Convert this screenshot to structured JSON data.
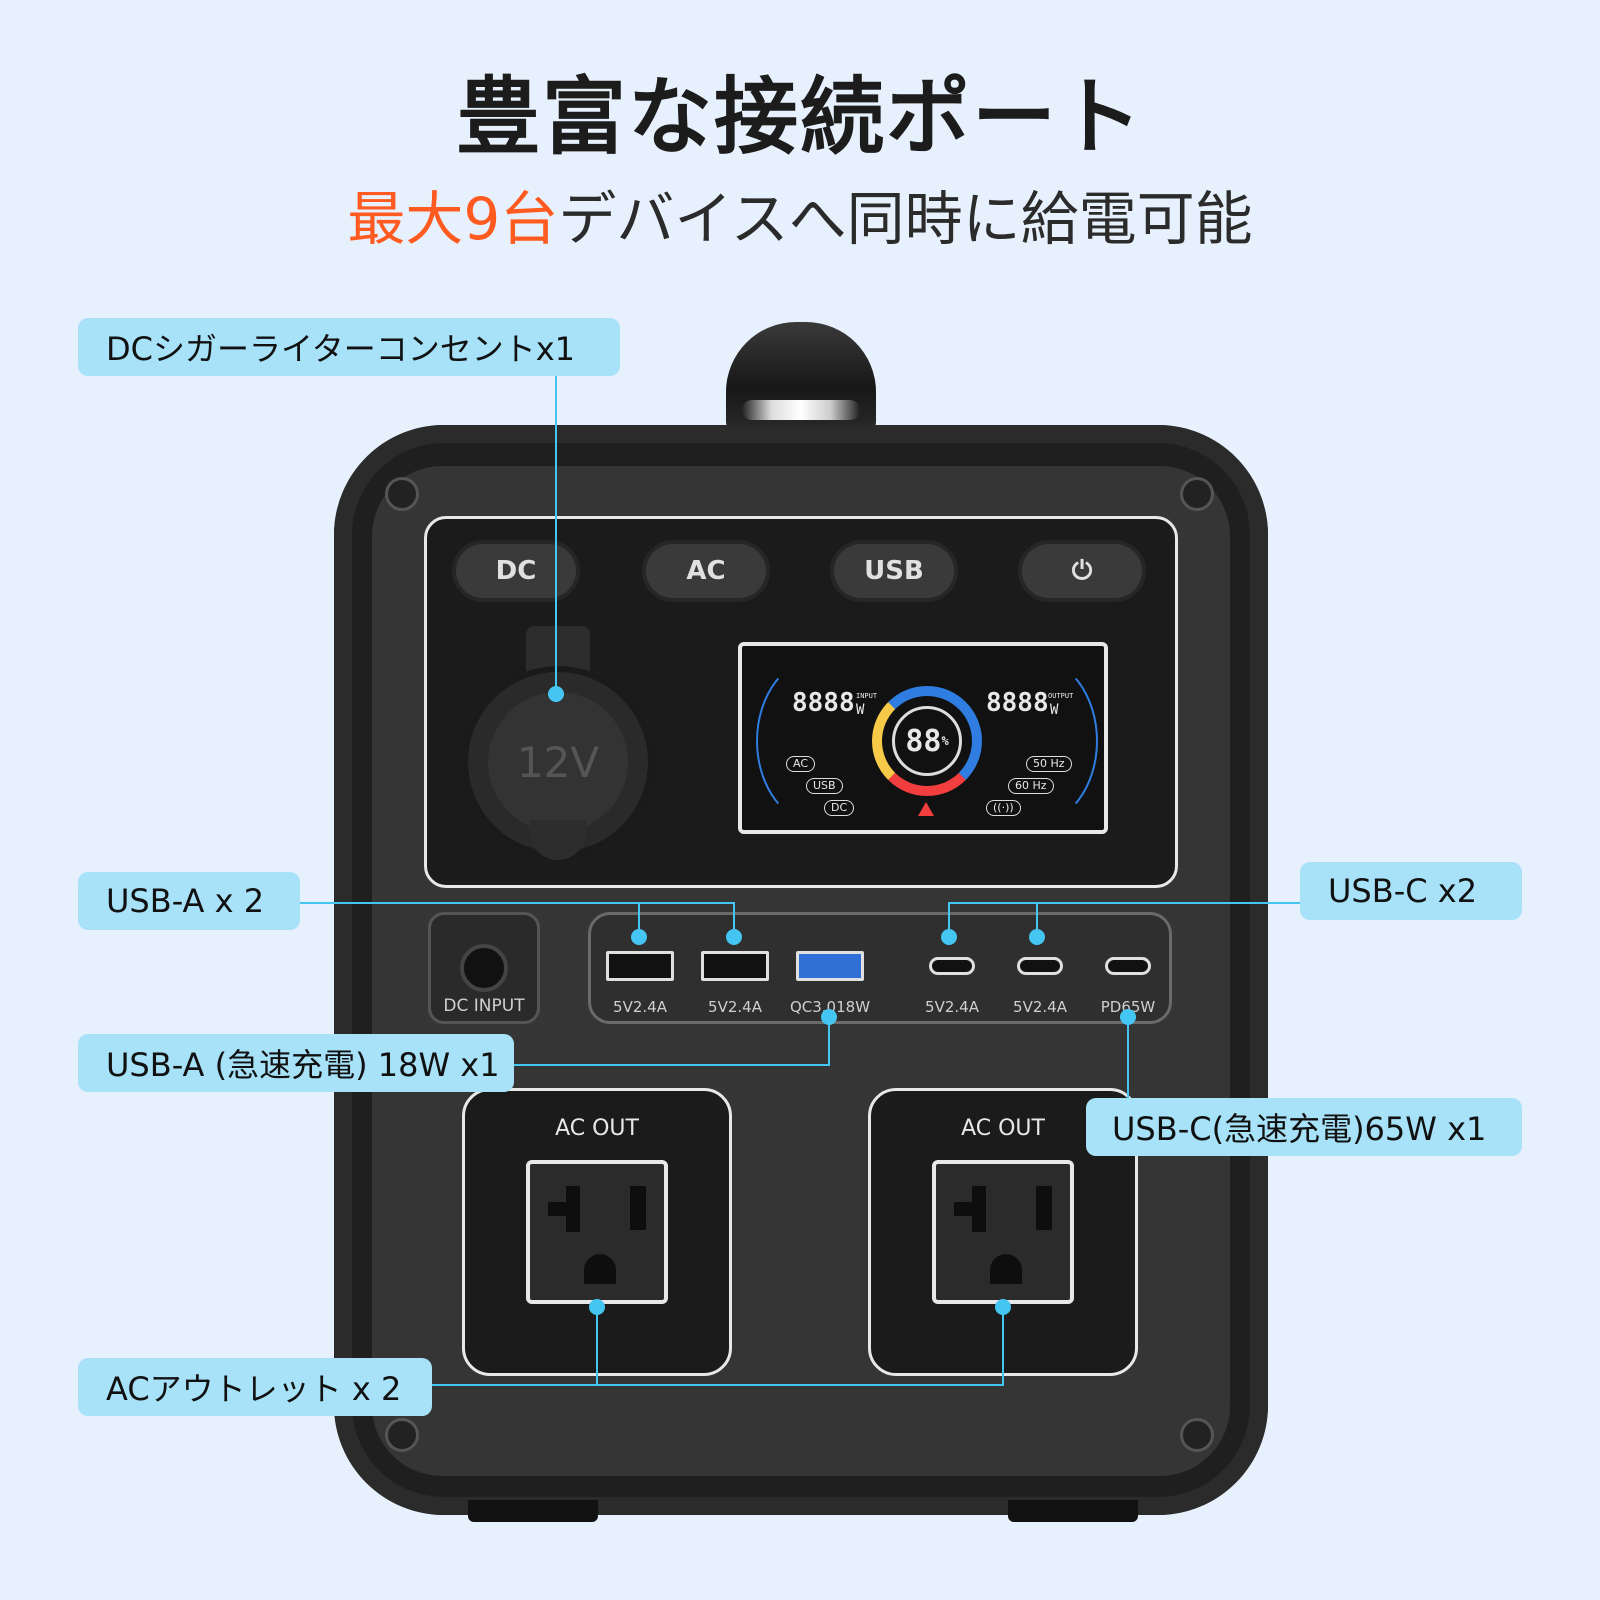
{
  "header": {
    "title": "豊富な接続ポート",
    "subtitle_accent": "最大9台",
    "subtitle_rest": "デバイスへ同時に給電可能"
  },
  "device": {
    "buttons": [
      "DC",
      "AC",
      "USB",
      "⏻"
    ],
    "socket_12v_label": "12V",
    "lcd": {
      "input_value": "8888",
      "input_unit": "W",
      "input_caption": "INPUT",
      "output_value": "8888",
      "output_unit": "W",
      "output_caption": "OUTPUT",
      "battery_value": "88",
      "battery_unit": "%",
      "tags_left": [
        "AC",
        "USB",
        "DC"
      ],
      "tags_right": [
        "50 Hz",
        "60 Hz",
        "((·))"
      ]
    },
    "dc_input_label": "DC INPUT",
    "usb_ports": [
      {
        "type": "usb-a",
        "label": "5V2.4A"
      },
      {
        "type": "usb-a",
        "label": "5V2.4A"
      },
      {
        "type": "usb-a-qc",
        "label": "QC3.018W"
      },
      {
        "type": "usb-c",
        "label": "5V2.4A"
      },
      {
        "type": "usb-c",
        "label": "5V2.4A"
      },
      {
        "type": "usb-c-pd",
        "label": "PD65W"
      }
    ],
    "ac_outlets": [
      "AC OUT",
      "AC OUT"
    ]
  },
  "callouts": {
    "dc_cigarette": "DCシガーライターコンセントx1",
    "usb_a": "USB-A x 2",
    "usb_c": "USB-C x2",
    "usb_a_fast": "USB-A (急速充電) 18W x1",
    "usb_c_fast": "USB-C(急速充電)65W x1",
    "ac_outlet": "ACアウトレット x 2"
  },
  "colors": {
    "background": "#e7f1fd",
    "accent": "#ff5a1f",
    "callout_bg": "#a7e2f9",
    "callout_line": "#45c6f2"
  }
}
